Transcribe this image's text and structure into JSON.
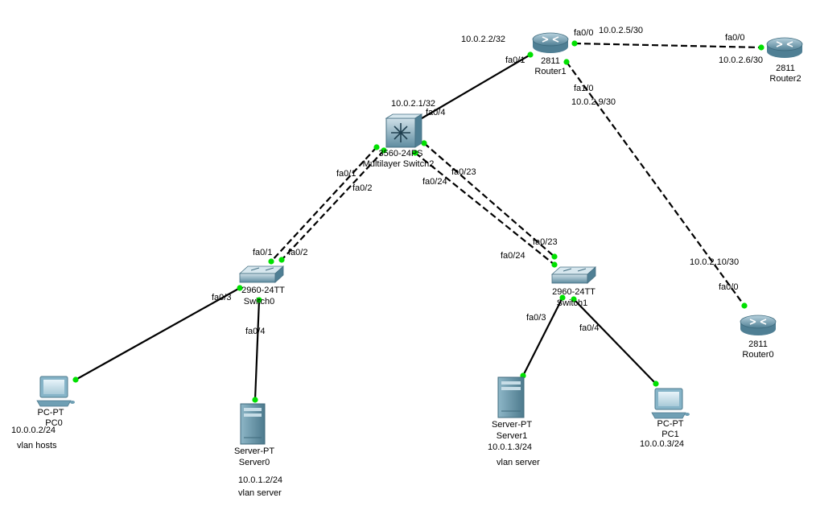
{
  "colors": {
    "background": "#ffffff",
    "link_up": "#00e000",
    "cable": "#000000",
    "router_body": "#6f9fb4",
    "switch_body": "#7fa6b8",
    "pc_body": "#86b4c8",
    "server_body": "#5f8fa3"
  },
  "devices": [
    {
      "id": "router1",
      "icon": "router-icon",
      "model": "2811",
      "name": "Router1"
    },
    {
      "id": "router2",
      "icon": "router-icon",
      "model": "2811",
      "name": "Router2"
    },
    {
      "id": "router0",
      "icon": "router-icon",
      "model": "2811",
      "name": "Router0"
    },
    {
      "id": "mls2",
      "icon": "multilayer-switch-icon",
      "model": "3560-24PS",
      "name": "Multilayer Switch2"
    },
    {
      "id": "switch0",
      "icon": "switch-icon",
      "model": "2960-24TT",
      "name": "Switch0"
    },
    {
      "id": "switch1",
      "icon": "switch-icon",
      "model": "2960-24TT",
      "name": "Switch1"
    },
    {
      "id": "pc0",
      "icon": "pc-icon",
      "model": "PC-PT",
      "name": "PC0"
    },
    {
      "id": "pc1",
      "icon": "pc-icon",
      "model": "PC-PT",
      "name": "PC1"
    },
    {
      "id": "server0",
      "icon": "server-icon",
      "model": "Server-PT",
      "name": "Server0"
    },
    {
      "id": "server1",
      "icon": "server-icon",
      "model": "Server-PT",
      "name": "Server1"
    }
  ],
  "links": [
    {
      "from": "router1",
      "to": "mls2",
      "style": "solid"
    },
    {
      "from": "router1",
      "to": "router2",
      "style": "dashed"
    },
    {
      "from": "router1",
      "to": "router0",
      "style": "dashed"
    },
    {
      "from": "mls2",
      "to": "switch0",
      "style": "dashed"
    },
    {
      "from": "mls2",
      "to": "switch0",
      "style": "dashed"
    },
    {
      "from": "mls2",
      "to": "switch1",
      "style": "dashed"
    },
    {
      "from": "mls2",
      "to": "switch1",
      "style": "dashed"
    },
    {
      "from": "switch0",
      "to": "pc0",
      "style": "solid"
    },
    {
      "from": "switch0",
      "to": "server0",
      "style": "solid"
    },
    {
      "from": "switch1",
      "to": "server1",
      "style": "solid"
    },
    {
      "from": "switch1",
      "to": "pc1",
      "style": "solid"
    }
  ],
  "labels": {
    "r1_ip_left": "10.0.2.2/32",
    "r1_fa00": "fa0/0",
    "r1_ip_fa00": "10.0.2.5/30",
    "r1_fa01": "fa0/1",
    "r1_fa10": "fa1/0",
    "r1_ip_fa10": "10.0.2.9/30",
    "r2_fa00": "fa0/0",
    "r2_ip": "10.0.2.6/30",
    "r0_ip": "10.0.2.10/30",
    "r0_fa00": "fa0/0",
    "mls_ip": "10.0.2.1/32",
    "mls_fa04": "fa0/4",
    "mls_fa01": "fa0/1",
    "mls_fa02": "fa0/2",
    "mls_fa023": "fa0/23",
    "mls_fa024": "fa0/24",
    "sw0_fa01": "fa0/1",
    "sw0_fa02": "fa0/2",
    "sw0_fa03": "fa0/3",
    "sw0_fa04": "fa0/4",
    "sw1_fa023": "fa0/23",
    "sw1_fa024": "fa0/24",
    "sw1_fa03": "fa0/3",
    "sw1_fa04": "fa0/4",
    "pc0_ip": "10.0.0.2/24",
    "pc0_vlan": "vlan hosts",
    "server0_ip": "10.0.1.2/24",
    "server0_vlan": "vlan server",
    "server1_ip": "10.0.1.3/24",
    "server1_vlan": "vlan server",
    "pc1_ip": "10.0.0.3/24"
  }
}
